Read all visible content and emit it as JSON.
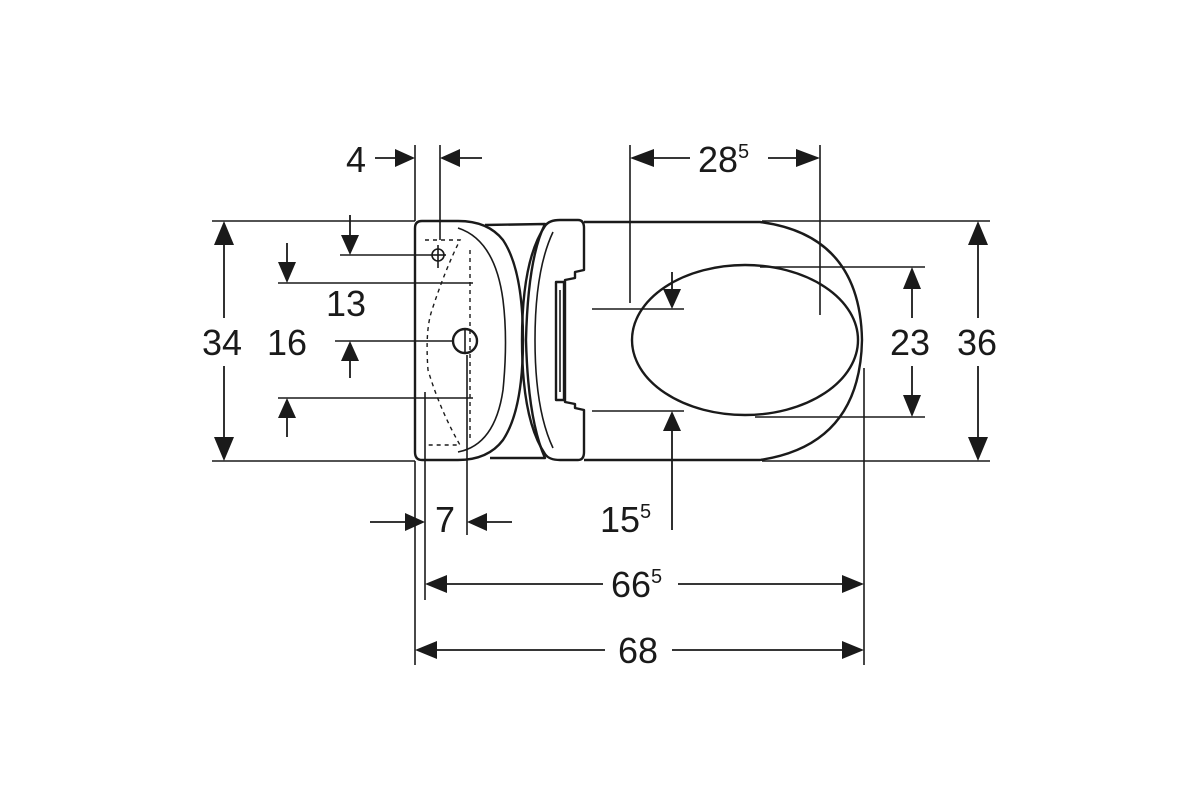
{
  "drawing": {
    "dimensions": {
      "overall_width_left": "34",
      "mount_height": "16",
      "offset_13": "13",
      "wall_gap": "4",
      "wall_gap_7": "7",
      "seat_length_base": "28",
      "seat_length_sup": "5",
      "opening_width": "23",
      "overall_width_right": "36",
      "opening_offset_base": "15",
      "opening_offset_sup": "5",
      "inner_length_base": "66",
      "inner_length_sup": "5",
      "overall_length": "68"
    }
  }
}
